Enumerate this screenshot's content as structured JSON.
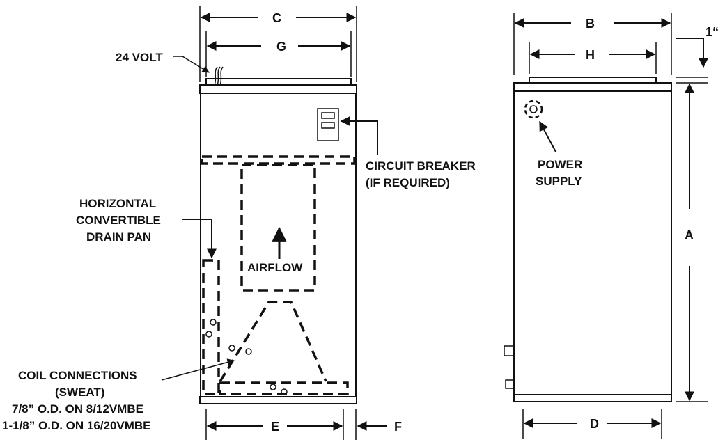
{
  "dimensions": {
    "a": "A",
    "b": "B",
    "c": "C",
    "d": "D",
    "e": "E",
    "f": "F",
    "g": "G",
    "h": "H",
    "one_inch": "1“"
  },
  "labels": {
    "volt": "24 VOLT",
    "breaker_line1": "CIRCUIT BREAKER",
    "breaker_line2": "(IF REQUIRED)",
    "drain_line1": "HORIZONTAL",
    "drain_line2": "CONVERTIBLE",
    "drain_line3": "DRAIN PAN",
    "airflow": "AIRFLOW",
    "coil_line1": "COIL CONNECTIONS",
    "coil_line2": "(SWEAT)",
    "coil_line3": "7/8” O.D. ON 8/12VMBE",
    "coil_line4": "1-1/8” O.D. ON 16/20VMBE",
    "power_line1": "POWER",
    "power_line2": "SUPPLY"
  }
}
